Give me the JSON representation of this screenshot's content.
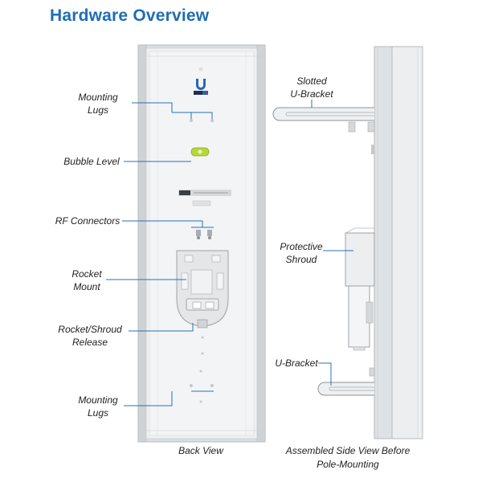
{
  "title": "Hardware Overview",
  "back_view": {
    "caption": "Back View",
    "callouts": {
      "mounting_lugs_top": [
        "Mounting",
        "Lugs"
      ],
      "bubble_level": [
        "Bubble Level"
      ],
      "rf_connectors": [
        "RF Connectors"
      ],
      "rocket_mount": [
        "Rocket",
        "Mount"
      ],
      "rocket_shroud_release": [
        "Rocket/Shroud",
        "Release"
      ],
      "mounting_lugs_bottom": [
        "Mounting",
        "Lugs"
      ]
    }
  },
  "side_view": {
    "caption": [
      "Assembled Side View Before",
      "Pole-Mounting"
    ],
    "callouts": {
      "slotted_u_bracket": [
        "Slotted",
        "U-Bracket"
      ],
      "protective_shroud": [
        "Protective",
        "Shroud"
      ],
      "u_bracket": [
        "U-Bracket"
      ]
    }
  },
  "colors": {
    "title": "#1f6db5",
    "leader_line": "#2a6fb5",
    "panel": "#e9ebec",
    "panel_edge": "#bfc3c6",
    "bubble_level": "#b6d63b"
  }
}
